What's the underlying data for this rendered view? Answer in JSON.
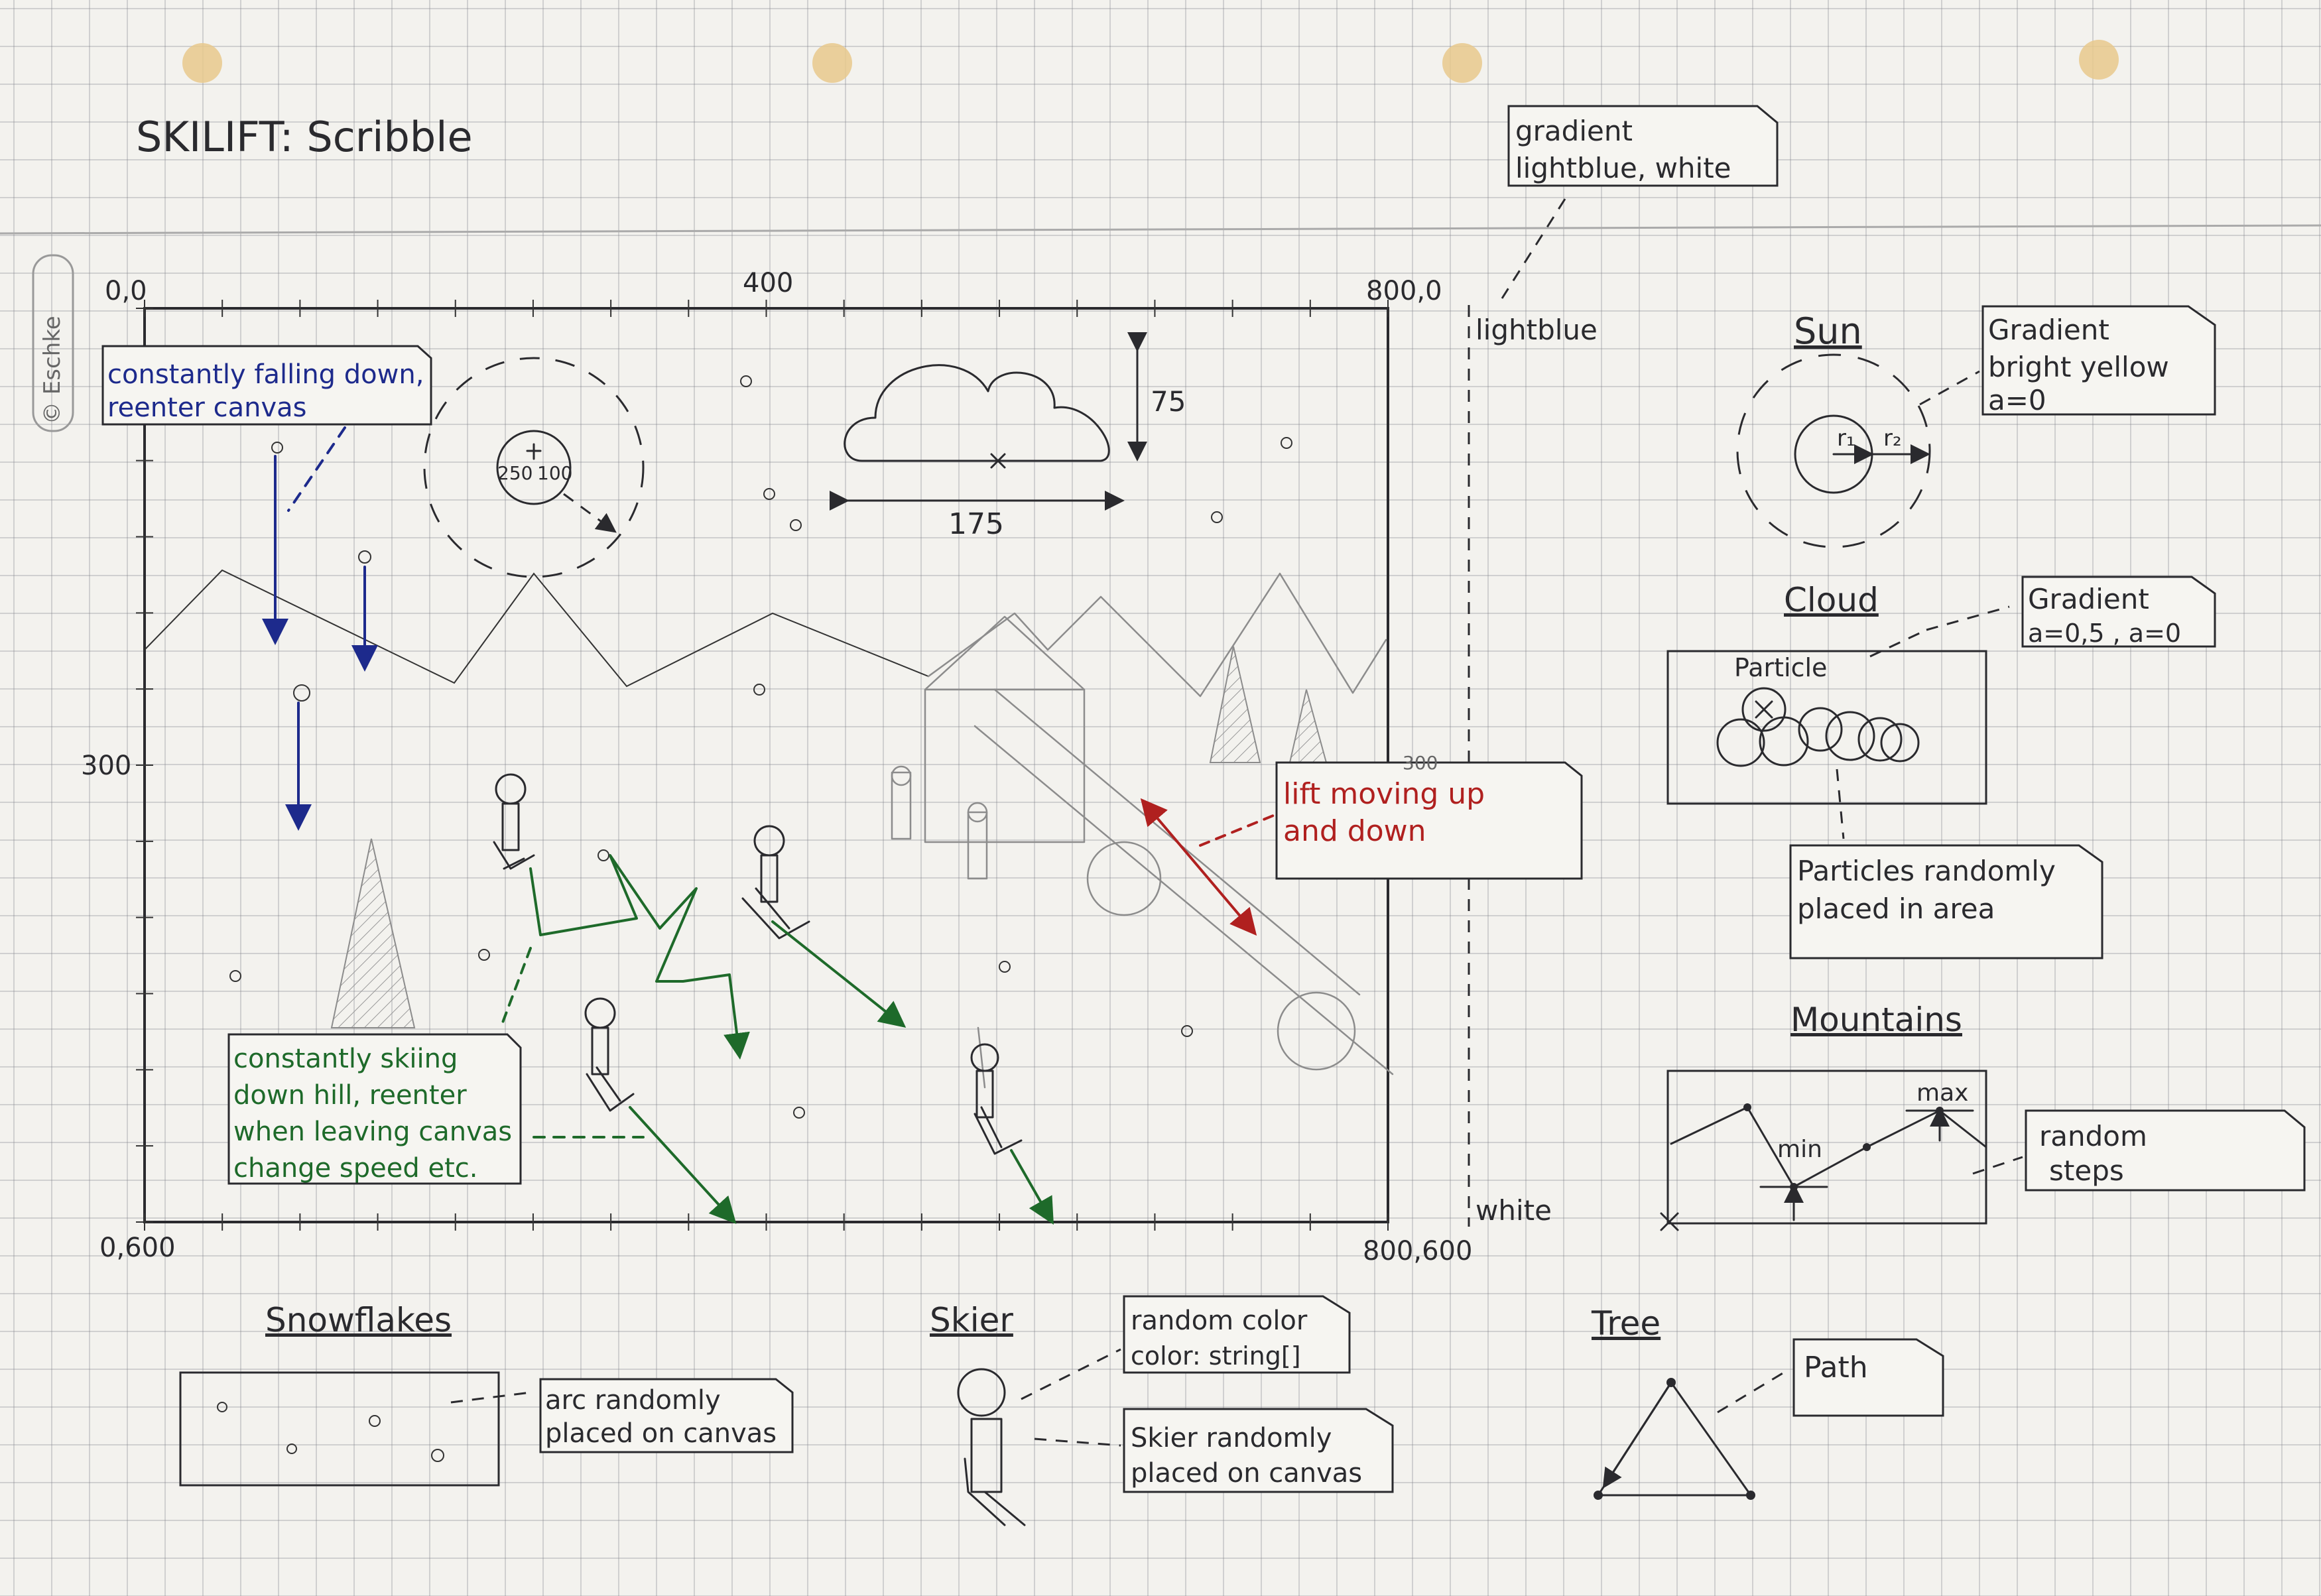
{
  "title": "SKILIFT: Scribble",
  "copyright": "© Eschke",
  "axes": {
    "origin": "0,0",
    "top_mid": "400",
    "top_right": "800,0",
    "left_mid": "300",
    "bottom_left": "0,600",
    "bottom_right": "800,600"
  },
  "sky_note": {
    "line1": "gradient",
    "line2": "lightblue, white",
    "top_label": "lightblue",
    "bottom_label": "white"
  },
  "canvas_notes": {
    "snow_line1": "constantly falling down,",
    "snow_line2": "reenter canvas",
    "sun_x": "250",
    "sun_y": "100",
    "cloud_height": "75",
    "cloud_width": "175",
    "lift_line1": "lift moving up",
    "lift_line2": "and down",
    "lift_mark": "300",
    "ski_line1": "constantly skiing",
    "ski_line2": "down hill, reenter",
    "ski_line3": "when leaving canvas",
    "ski_line4": "change speed etc."
  },
  "legend": {
    "sun": {
      "title": "Sun",
      "note1": "Gradient",
      "note2": "bright yellow",
      "note3": "a=0",
      "r1": "r₁",
      "r2": "r₂"
    },
    "cloud": {
      "title": "Cloud",
      "note1": "Gradient",
      "note2": "a=0,5 , a=0",
      "particle": "Particle",
      "placed1": "Particles randomly",
      "placed2": "placed in area"
    },
    "mountains": {
      "title": "Mountains",
      "max": "max",
      "min": "min",
      "note1": "random",
      "note2": "steps"
    },
    "snowflakes": {
      "title": "Snowflakes",
      "note1": "arc randomly",
      "note2": "placed on canvas"
    },
    "skier": {
      "title": "Skier",
      "color1": "random color",
      "color2": "color: string[]",
      "placed1": "Skier randomly",
      "placed2": "placed on canvas"
    },
    "tree": {
      "title": "Tree",
      "note": "Path"
    }
  },
  "colors": {
    "ink": "#2a2a2e",
    "blue": "#1d2a8c",
    "green": "#1e6a2a",
    "red": "#b0201f",
    "pencil": "#8c8c8c",
    "paper": "#f3f2ee"
  }
}
